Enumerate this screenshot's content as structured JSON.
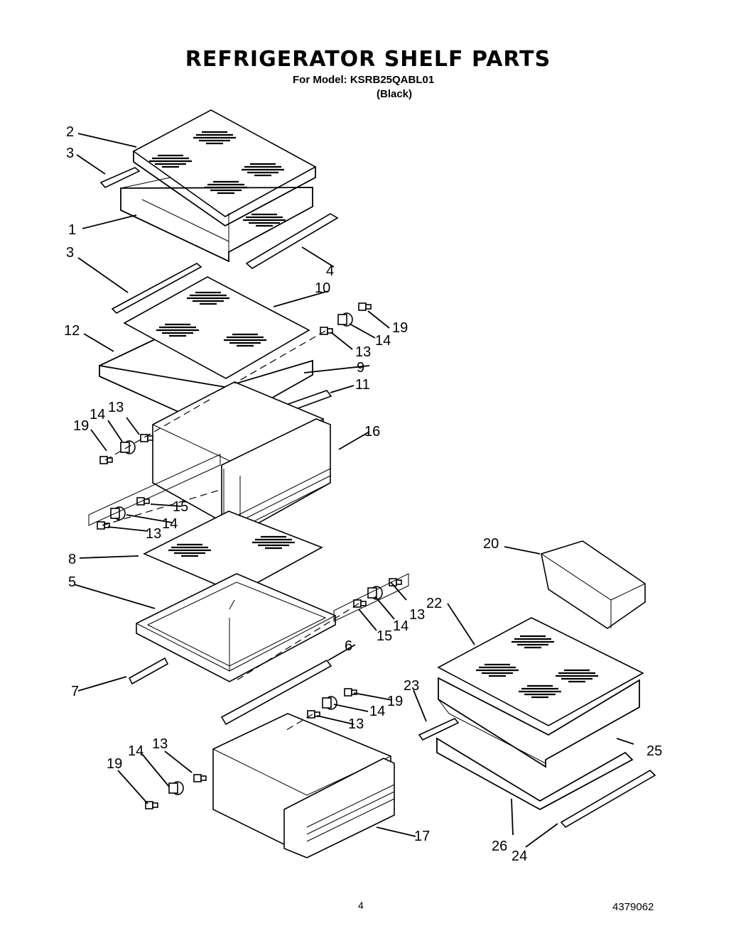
{
  "title": "REFRIGERATOR SHELF PARTS",
  "model_line": "For Model: KSRB25QABL01",
  "color_line": "(Black)",
  "page_number": "4",
  "document_number": "4379062",
  "callouts": [
    {
      "id": "c2",
      "text": "2"
    },
    {
      "id": "c3a",
      "text": "3"
    },
    {
      "id": "c1",
      "text": "1"
    },
    {
      "id": "c4",
      "text": "4"
    },
    {
      "id": "c3b",
      "text": "3"
    },
    {
      "id": "c10",
      "text": "10"
    },
    {
      "id": "c19a",
      "text": "19"
    },
    {
      "id": "c14a",
      "text": "14"
    },
    {
      "id": "c13a",
      "text": "13"
    },
    {
      "id": "c12",
      "text": "12"
    },
    {
      "id": "c9",
      "text": "9"
    },
    {
      "id": "c11",
      "text": "11"
    },
    {
      "id": "c13b",
      "text": "13"
    },
    {
      "id": "c14b",
      "text": "14"
    },
    {
      "id": "c19b",
      "text": "19"
    },
    {
      "id": "c16",
      "text": "16"
    },
    {
      "id": "c15a",
      "text": "15"
    },
    {
      "id": "c14c",
      "text": "14"
    },
    {
      "id": "c13c",
      "text": "13"
    },
    {
      "id": "c20",
      "text": "20"
    },
    {
      "id": "c8",
      "text": "8"
    },
    {
      "id": "c5",
      "text": "5"
    },
    {
      "id": "c22",
      "text": "22"
    },
    {
      "id": "c13d",
      "text": "13"
    },
    {
      "id": "c14d",
      "text": "14"
    },
    {
      "id": "c15b",
      "text": "15"
    },
    {
      "id": "c6",
      "text": "6"
    },
    {
      "id": "c7",
      "text": "7"
    },
    {
      "id": "c23",
      "text": "23"
    },
    {
      "id": "c19c",
      "text": "19"
    },
    {
      "id": "c14e",
      "text": "14"
    },
    {
      "id": "c13e",
      "text": "13"
    },
    {
      "id": "c25",
      "text": "25"
    },
    {
      "id": "c13f",
      "text": "13"
    },
    {
      "id": "c14f",
      "text": "14"
    },
    {
      "id": "c19d",
      "text": "19"
    },
    {
      "id": "c17",
      "text": "17"
    },
    {
      "id": "c26",
      "text": "26"
    },
    {
      "id": "c24",
      "text": "24"
    }
  ]
}
